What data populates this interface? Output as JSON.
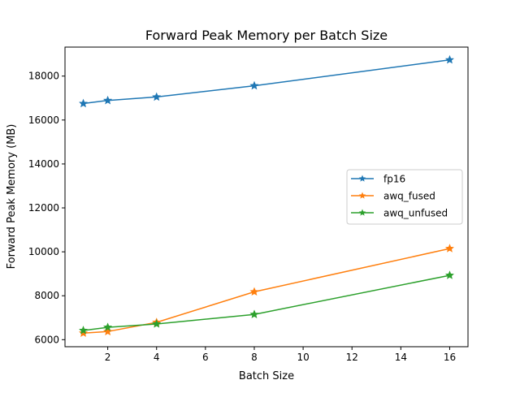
{
  "chart_data": {
    "type": "line",
    "title": "Forward Peak Memory per Batch Size",
    "xlabel": "Batch Size",
    "ylabel": "Forward Peak Memory (MB)",
    "xlim": [
      0.25,
      16.75
    ],
    "ylim": [
      5680,
      19320
    ],
    "xticks": [
      2,
      4,
      6,
      8,
      10,
      12,
      14,
      16
    ],
    "yticks": [
      6000,
      8000,
      10000,
      12000,
      14000,
      16000,
      18000
    ],
    "grid": false,
    "legend_position": "center-right",
    "marker": "star",
    "x": [
      1,
      2,
      4,
      8,
      16
    ],
    "series": [
      {
        "name": "fp16",
        "color": "#1f77b4",
        "values": [
          16750,
          16890,
          17050,
          17560,
          18740
        ]
      },
      {
        "name": "awq_fused",
        "color": "#ff7f0e",
        "values": [
          6300,
          6370,
          6790,
          8180,
          10150
        ]
      },
      {
        "name": "awq_unfused",
        "color": "#2ca02c",
        "values": [
          6420,
          6565,
          6715,
          7150,
          8930
        ]
      }
    ]
  }
}
